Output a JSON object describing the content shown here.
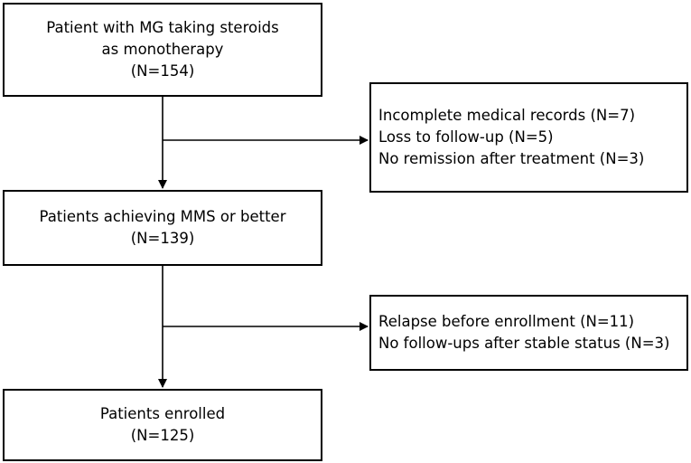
{
  "flowchart": {
    "nodes": {
      "start": {
        "lines": [
          "Patient with MG taking steroids",
          "as monotherapy",
          "(N=154)"
        ]
      },
      "mms": {
        "lines": [
          "Patients achieving MMS or better",
          "(N=139)"
        ]
      },
      "enrolled": {
        "lines": [
          "Patients enrolled",
          "(N=125)"
        ]
      }
    },
    "exclusions": {
      "first": {
        "lines": [
          "Incomplete medical records (N=7)",
          "Loss to follow-up (N=5)",
          "No remission after treatment (N=3)"
        ]
      },
      "second": {
        "lines": [
          "Relapse before enrollment (N=11)",
          "No follow-ups after stable status (N=3)"
        ]
      }
    }
  }
}
